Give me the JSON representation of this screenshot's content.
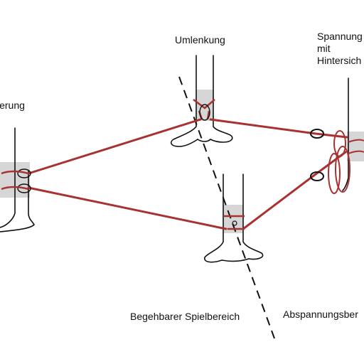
{
  "labels": {
    "anchor": "ierung",
    "redirect": "Umlenkung",
    "tension": [
      "Spannung",
      "mit",
      "Hintersich"
    ],
    "play_area": "Begehbarer Spielbereich",
    "guy_area": "Abspannungsber"
  },
  "colors": {
    "rope": "#a83232",
    "tree_band": "#d6d6d6",
    "trunk": "#111111",
    "divider": "#111111"
  }
}
